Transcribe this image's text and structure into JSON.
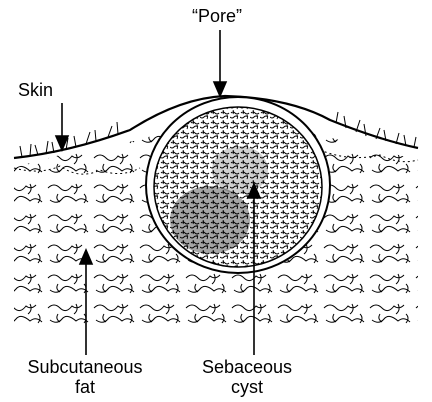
{
  "labels": {
    "pore": "“Pore”",
    "skin": "Skin",
    "fat_line1": "Subcutaneous",
    "fat_line2": "fat",
    "cyst_line1": "Sebaceous",
    "cyst_line2": "cyst"
  },
  "colors": {
    "ink": "#000000",
    "background": "#ffffff"
  }
}
